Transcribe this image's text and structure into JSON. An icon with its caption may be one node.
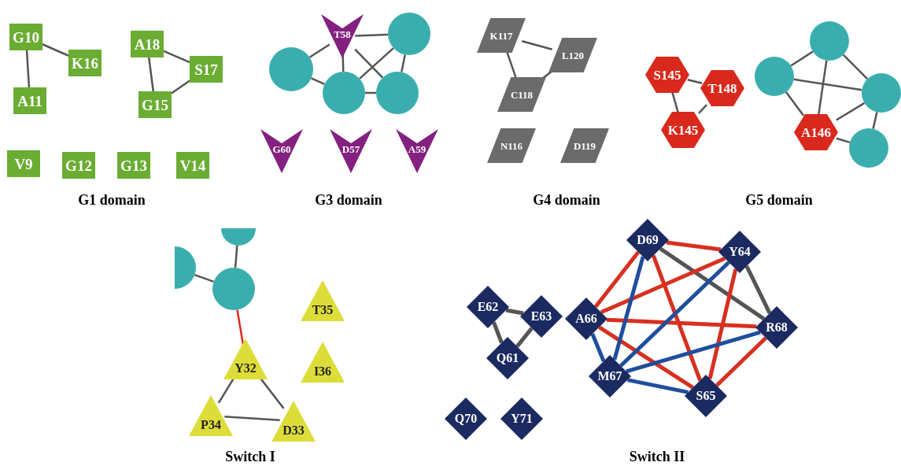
{
  "diagram": {
    "nodes": [
      {
        "text": [
          "G10"
        ]
      },
      {
        "text": [
          "K16"
        ]
      },
      {
        "text": [
          "A18"
        ]
      },
      {
        "text": [
          "S17"
        ]
      },
      {
        "text": [
          "A11"
        ]
      },
      {
        "text": [
          "G15"
        ]
      },
      {
        "text": [
          "V9"
        ]
      },
      {
        "text": [
          "G12"
        ]
      },
      {
        "text": [
          "G13"
        ]
      },
      {
        "text": [
          "V14"
        ]
      },
      {
        "text": [
          "T58"
        ]
      },
      {
        "text": [],
        "shape": "circle"
      },
      {
        "text": [],
        "shape": "circle"
      },
      {
        "text": [],
        "shape": "circle"
      },
      {
        "text": [],
        "shape": "circle"
      },
      {
        "text": [
          "G60"
        ]
      },
      {
        "text": [
          "D57"
        ]
      },
      {
        "text": [
          "A59"
        ]
      },
      {
        "text": [
          "K117"
        ]
      },
      {
        "text": [
          "L120"
        ]
      },
      {
        "text": [
          "C118"
        ]
      },
      {
        "text": [
          "N116"
        ]
      },
      {
        "text": [
          "D119"
        ]
      },
      {
        "text": [],
        "shape": "circle"
      },
      {
        "text": [
          "S145"
        ]
      },
      {
        "text": [],
        "shape": "circle"
      },
      {
        "text": [
          "T148"
        ]
      },
      {
        "text": [],
        "shape": "circle"
      },
      {
        "text": [
          "K145"
        ]
      },
      {
        "text": [
          "A146"
        ]
      },
      {
        "text": [],
        "shape": "circle"
      },
      {
        "text": [],
        "shape": "circle"
      },
      {
        "text": [],
        "shape": "circle"
      },
      {
        "text": [],
        "shape": "circle"
      },
      {
        "text": [
          "T35"
        ]
      },
      {
        "text": [
          "Y32"
        ]
      },
      {
        "text": [
          "I36"
        ]
      },
      {
        "text": [
          "P34"
        ]
      },
      {
        "text": [
          "D33"
        ]
      },
      {
        "text": [
          "D69"
        ]
      },
      {
        "text": [
          "Y64"
        ]
      },
      {
        "text": [
          "E62"
        ]
      },
      {
        "text": [
          "E63"
        ]
      },
      {
        "text": [
          "A66"
        ]
      },
      {
        "text": [
          "R68"
        ]
      },
      {
        "text": [
          "Q61"
        ]
      },
      {
        "text": [
          "M67"
        ]
      },
      {
        "text": [
          "S65"
        ]
      },
      {
        "text": [
          "Q70"
        ]
      },
      {
        "text": [
          "Y71"
        ]
      }
    ],
    "edges": [
      {
        "from": 0,
        "to": 1,
        "arrow": "none"
      },
      {
        "from": 0,
        "to": 4,
        "arrow": "none"
      },
      {
        "from": 2,
        "to": 3,
        "arrow": "none"
      },
      {
        "from": 2,
        "to": 5,
        "arrow": "none"
      },
      {
        "from": 5,
        "to": 3,
        "arrow": "none"
      },
      {
        "from": 12,
        "to": 10,
        "arrow": "none"
      },
      {
        "from": 12,
        "to": 13,
        "arrow": "none"
      },
      {
        "from": 10,
        "to": 11,
        "arrow": "none"
      },
      {
        "from": 10,
        "to": 13,
        "arrow": "none"
      },
      {
        "from": 10,
        "to": 14,
        "arrow": "none"
      },
      {
        "from": 11,
        "to": 13,
        "arrow": "none"
      },
      {
        "from": 11,
        "to": 14,
        "arrow": "none"
      },
      {
        "from": 13,
        "to": 14,
        "arrow": "none"
      },
      {
        "from": 18,
        "to": 20,
        "arrow": "none"
      },
      {
        "from": 18,
        "to": 19,
        "arrow": "none"
      },
      {
        "from": 20,
        "to": 19,
        "arrow": "none"
      },
      {
        "from": 24,
        "to": 26,
        "arrow": "none"
      },
      {
        "from": 24,
        "to": 28,
        "arrow": "none"
      },
      {
        "from": 28,
        "to": 26,
        "arrow": "none"
      },
      {
        "from": 25,
        "to": 23,
        "arrow": "none"
      },
      {
        "from": 23,
        "to": 27,
        "arrow": "none"
      },
      {
        "from": 23,
        "to": 29,
        "arrow": "none"
      },
      {
        "from": 25,
        "to": 27,
        "arrow": "none"
      },
      {
        "from": 25,
        "to": 29,
        "arrow": "none"
      },
      {
        "from": 27,
        "to": 29,
        "arrow": "none"
      },
      {
        "from": 27,
        "to": 30,
        "arrow": "none"
      },
      {
        "from": 29,
        "to": 30,
        "arrow": "none"
      },
      {
        "from": 31,
        "to": 33,
        "arrow": "none"
      },
      {
        "from": 32,
        "to": 33,
        "arrow": "none"
      },
      {
        "from": 33,
        "to": 35,
        "arrow": "none",
        "color": "#e0281c"
      },
      {
        "from": 35,
        "to": 37,
        "arrow": "none"
      },
      {
        "from": 35,
        "to": 38,
        "arrow": "none"
      },
      {
        "from": 37,
        "to": 38,
        "arrow": "none"
      },
      {
        "from": 41,
        "to": 42,
        "arrow": "none",
        "style": "thick"
      },
      {
        "from": 41,
        "to": 45,
        "arrow": "none",
        "style": "thick"
      },
      {
        "from": 42,
        "to": 45,
        "arrow": "none",
        "style": "thick"
      },
      {
        "from": 39,
        "to": 44,
        "arrow": "none",
        "style": "thick"
      },
      {
        "from": 40,
        "to": 44,
        "arrow": "none",
        "style": "thick"
      },
      {
        "from": 39,
        "to": 40,
        "arrow": "none",
        "style": "thick",
        "color": "#d7301f"
      },
      {
        "from": 39,
        "to": 43,
        "arrow": "none",
        "style": "thick",
        "color": "#d7301f"
      },
      {
        "from": 39,
        "to": 47,
        "arrow": "none",
        "style": "thick",
        "color": "#d7301f"
      },
      {
        "from": 40,
        "to": 43,
        "arrow": "none",
        "style": "thick",
        "color": "#d7301f"
      },
      {
        "from": 40,
        "to": 47,
        "arrow": "none",
        "style": "thick",
        "color": "#d7301f"
      },
      {
        "from": 43,
        "to": 44,
        "arrow": "none",
        "style": "thick",
        "color": "#d7301f"
      },
      {
        "from": 43,
        "to": 47,
        "arrow": "none",
        "style": "thick",
        "color": "#d7301f"
      },
      {
        "from": 44,
        "to": 47,
        "arrow": "none",
        "style": "thick",
        "color": "#d7301f"
      },
      {
        "from": 39,
        "to": 46,
        "arrow": "none",
        "style": "thick",
        "color": "#1f4e9c"
      },
      {
        "from": 40,
        "to": 46,
        "arrow": "none",
        "style": "thick",
        "color": "#1f4e9c"
      },
      {
        "from": 43,
        "to": 46,
        "arrow": "none",
        "style": "thick",
        "color": "#1f4e9c"
      },
      {
        "from": 46,
        "to": 44,
        "arrow": "none",
        "style": "thick",
        "color": "#1f4e9c"
      },
      {
        "from": 46,
        "to": 47,
        "arrow": "none",
        "style": "thick",
        "color": "#1f4e9c"
      }
    ],
    "labels": [
      "G1 domain",
      "G3 domain",
      "G4 domain",
      "G5 domain",
      "Switch I",
      "Switch II"
    ]
  }
}
